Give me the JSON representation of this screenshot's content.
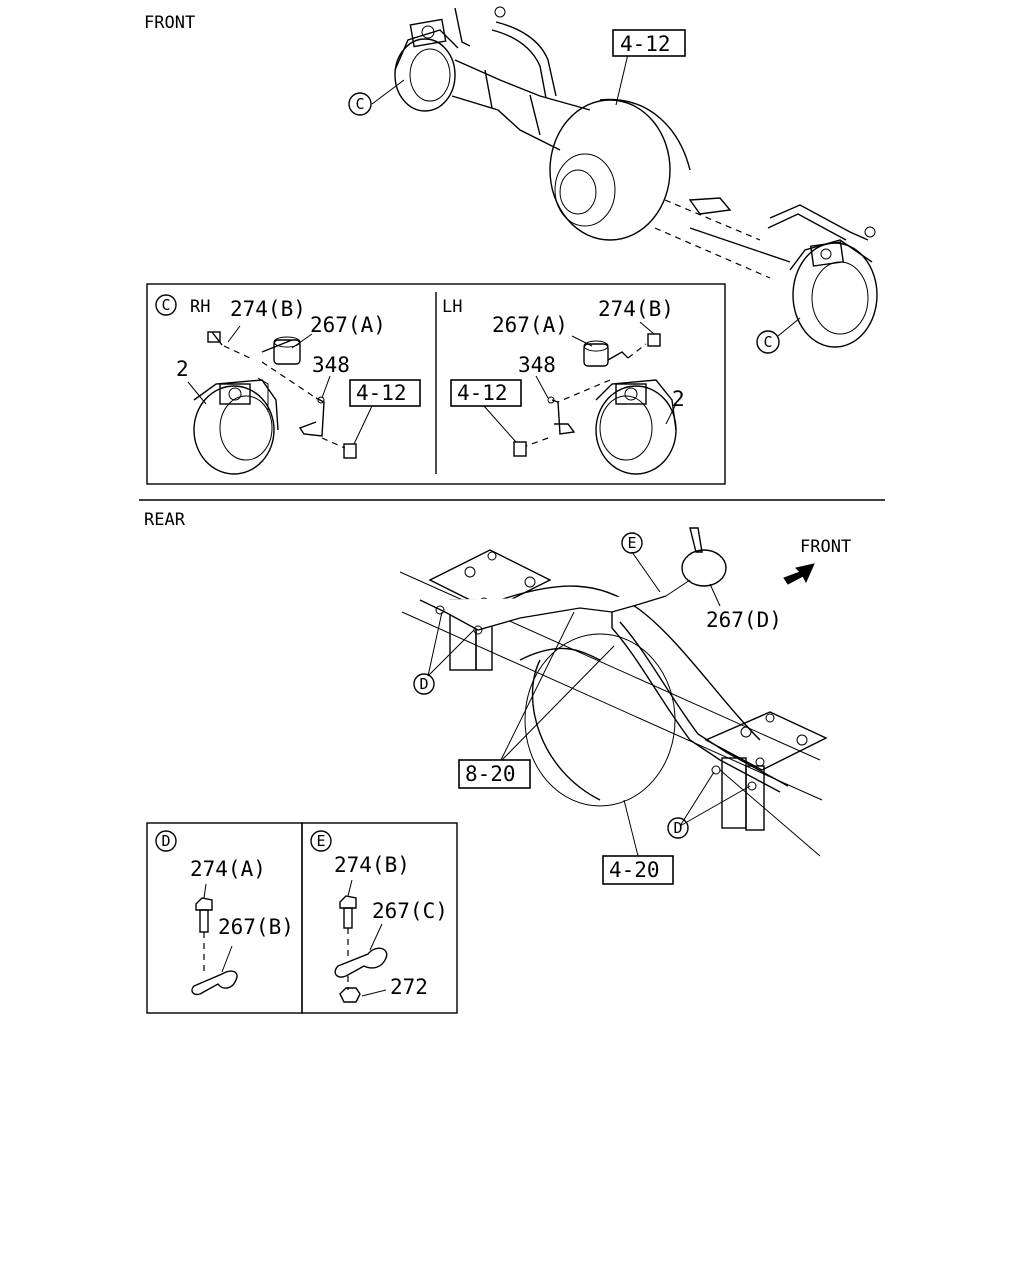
{
  "sections": {
    "front": "FRONT",
    "rear": "REAR"
  },
  "front_axle": {
    "callout_main": "4-12",
    "callout_c_left": "C",
    "callout_c_right": "C"
  },
  "detail_c": {
    "marker": "C",
    "rh": {
      "side": "RH",
      "bolt": "274(B)",
      "clip": "267(A)",
      "bracket": "348",
      "knuckle": "2",
      "ref": "4-12"
    },
    "lh": {
      "side": "LH",
      "bolt": "274(B)",
      "clip": "267(A)",
      "bracket": "348",
      "knuckle": "2",
      "ref": "4-12"
    }
  },
  "rear_axle": {
    "front_arrow": "FRONT",
    "marker_e": "E",
    "band_clip": "267(D)",
    "marker_d_left": "D",
    "marker_d_right": "D",
    "ref_hose": "8-20",
    "ref_axle": "4-20"
  },
  "detail_d": {
    "marker": "D",
    "bolt": "274(A)",
    "clip": "267(B)"
  },
  "detail_e": {
    "marker": "E",
    "bolt": "274(B)",
    "clip": "267(C)",
    "nut": "272"
  }
}
